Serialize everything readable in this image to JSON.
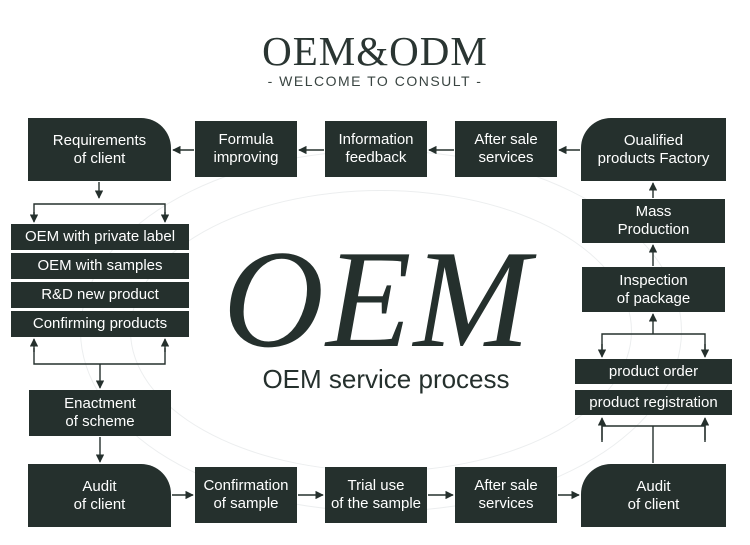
{
  "header": {
    "title": "OEM&ODM",
    "subtitle": "- WELCOME TO CONSULT -"
  },
  "center": {
    "big": "OEM",
    "caption": "OEM service process"
  },
  "top_row": {
    "requirements": "Requirements\nof client",
    "formula": "Formula\nimproving",
    "info_feedback": "Information\nfeedback",
    "after_sale": "After sale\nservices",
    "qualified": "Oualified\nproducts Factory"
  },
  "left_column": {
    "options": [
      "OEM with private label",
      "OEM with samples",
      "R&D new product",
      "Confirming products"
    ],
    "enactment": "Enactment\nof scheme"
  },
  "right_column": {
    "mass": "Mass\nProduction",
    "inspection": "Inspection\nof package",
    "product_order": "product order",
    "product_registration": "product registration"
  },
  "bottom_row": {
    "audit_left": "Audit\nof  client",
    "confirmation": "Confirmation\nof sample",
    "trial": "Trial use\nof the sample",
    "after_sale": "After sale\nservices",
    "audit_right": "Audit\nof client"
  }
}
